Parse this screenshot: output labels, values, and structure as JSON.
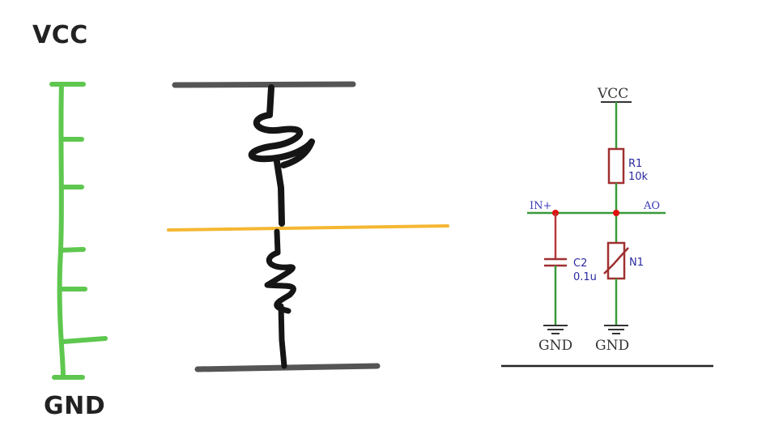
{
  "left_diagram": {
    "top_label": "VCC",
    "bottom_label": "GND",
    "colors": {
      "ladder": "#5ec74f"
    }
  },
  "middle_sketch": {
    "colors": {
      "rails": "#555555",
      "resistors": "#151515",
      "midline": "#f5b731"
    }
  },
  "schematic": {
    "vcc_label": "VCC",
    "r1_name": "R1",
    "r1_value": "10k",
    "in_label": "IN+",
    "out_label": "AO",
    "c2_name": "C2",
    "c2_value": "0.1u",
    "n1_name": "N1",
    "gnd_left": "GND",
    "gnd_right": "GND",
    "colors": {
      "wire_green": "#3a9a3a",
      "wire_red": "#b83a3a",
      "component": "#a03030",
      "node_dot": "#e01010",
      "net_label": "#3a3ab8",
      "ref_text": "#2a2aa0",
      "ground": "#333333"
    }
  }
}
